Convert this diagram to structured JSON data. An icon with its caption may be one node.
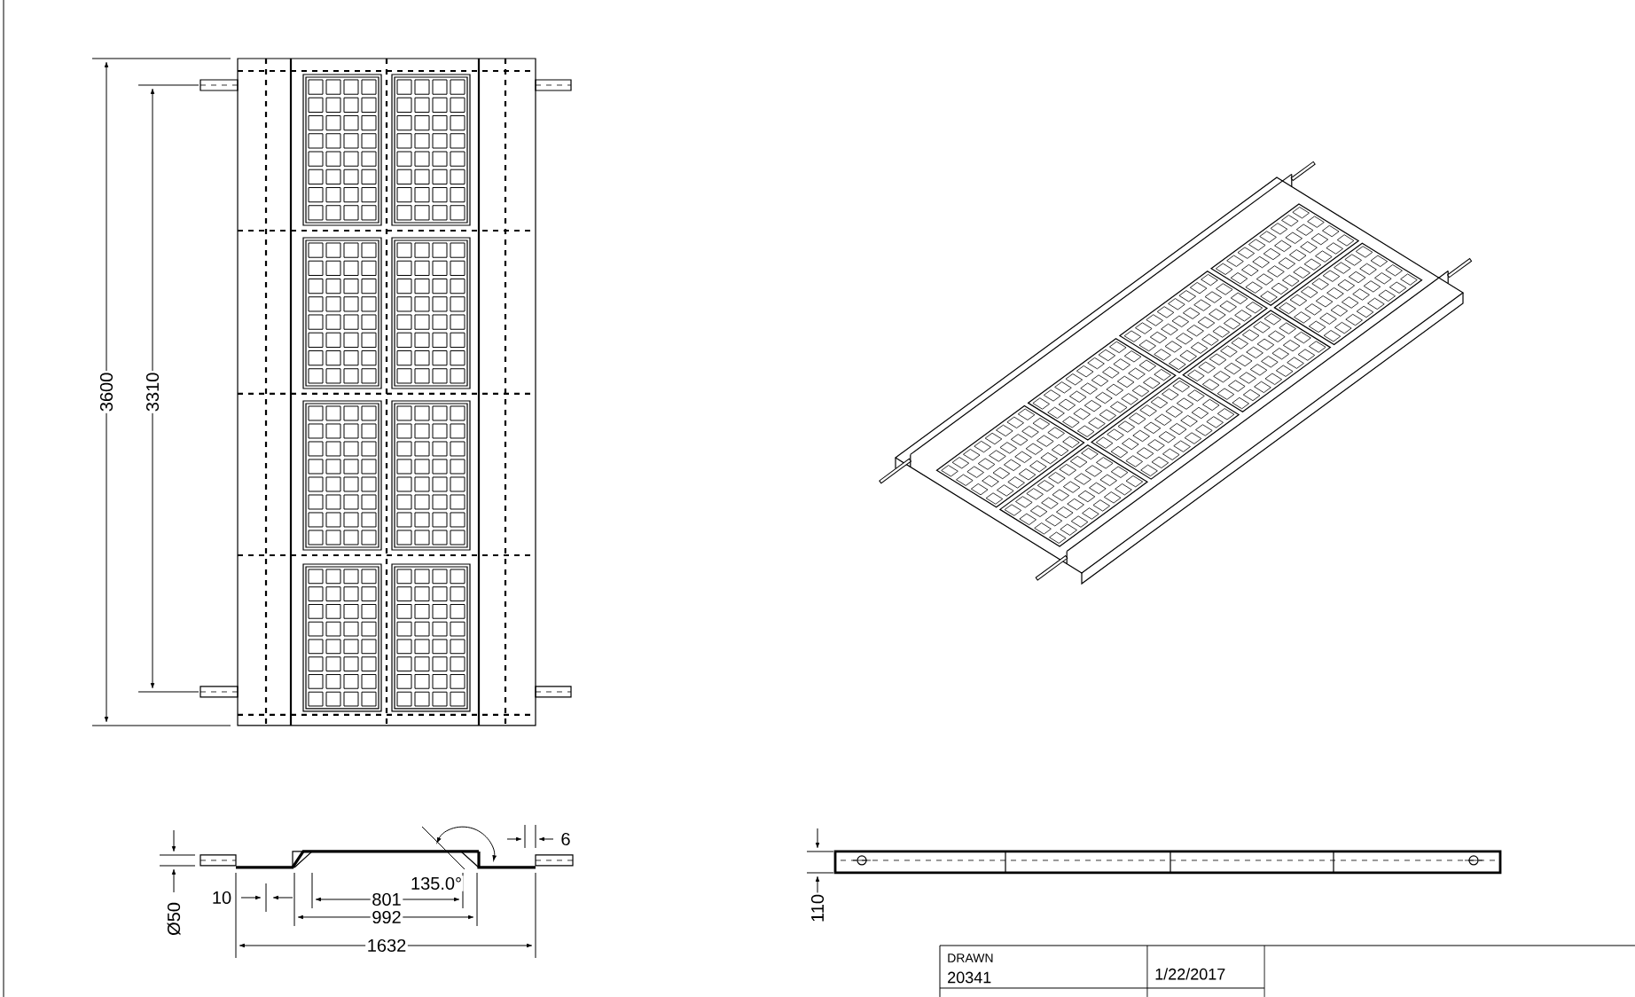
{
  "diagram": {
    "labels": [
      "3600",
      "3310",
      "6",
      "135.0°",
      "10",
      "801",
      "992",
      "1632",
      "Ø50",
      "110",
      "DRAWN",
      "20341",
      "1/22/2017"
    ]
  }
}
